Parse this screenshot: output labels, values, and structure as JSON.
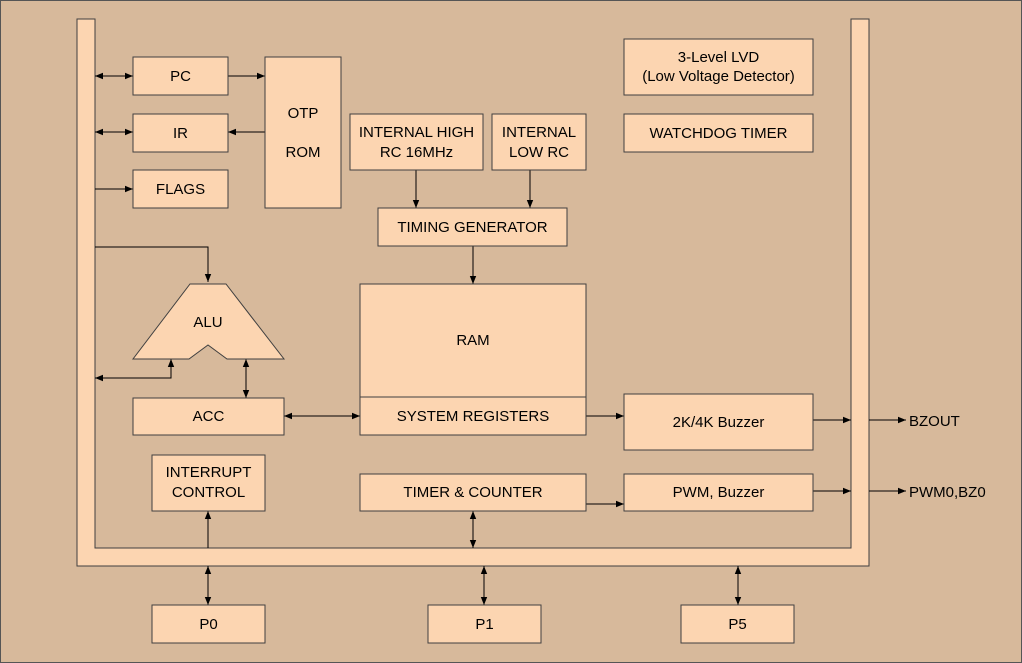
{
  "blocks": {
    "pc": "PC",
    "ir": "IR",
    "flags": "FLAGS",
    "otp_line1": "OTP",
    "otp_line2": "ROM",
    "int_high_line1": "INTERNAL HIGH",
    "int_high_line2": "RC 16MHz",
    "int_low_line1": "INTERNAL",
    "int_low_line2": "LOW RC",
    "lvd_line1": "3-Level LVD",
    "lvd_line2": "(Low Voltage Detector)",
    "watchdog": "WATCHDOG TIMER",
    "timing_generator": "TIMING GENERATOR",
    "alu": "ALU",
    "ram": "RAM",
    "system_registers": "SYSTEM REGISTERS",
    "acc": "ACC",
    "buzzer_2k4k": "2K/4K Buzzer",
    "interrupt_line1": "INTERRUPT",
    "interrupt_line2": "CONTROL",
    "timer_counter": "TIMER & COUNTER",
    "pwm_buzzer": "PWM, Buzzer",
    "p0": "P0",
    "p1": "P1",
    "p5": "P5"
  },
  "outputs": {
    "bzout": "BZOUT",
    "pwm0": "PWM0,BZ0"
  },
  "colors": {
    "background": "#d7b99b",
    "block_fill": "#fcd5b1",
    "outline": "#404040"
  }
}
